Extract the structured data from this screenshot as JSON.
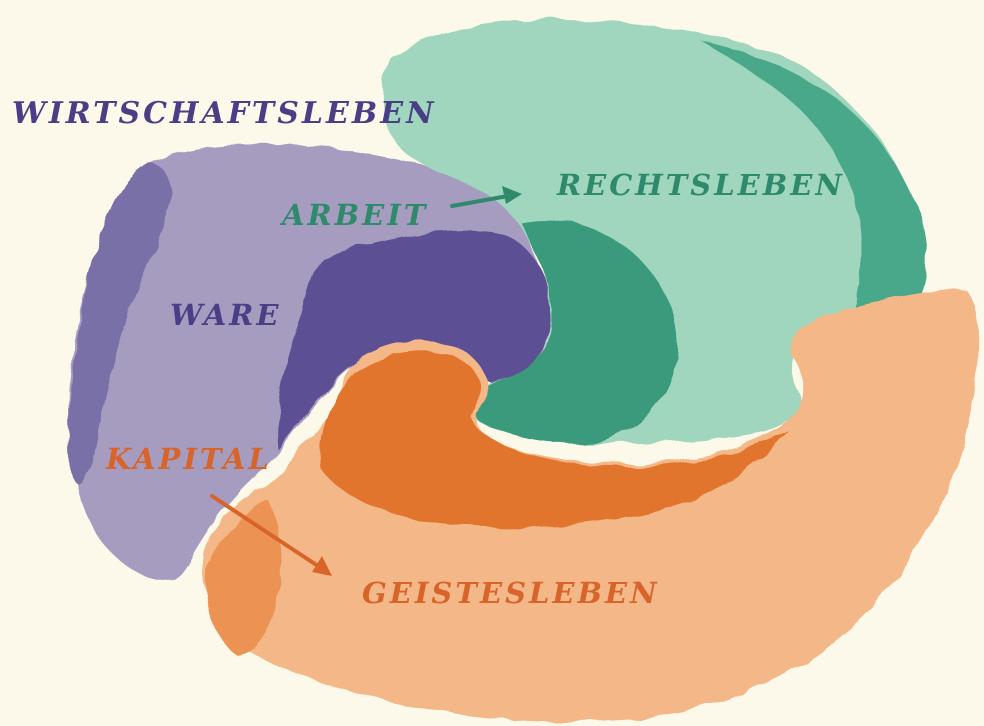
{
  "labels": {
    "wirtschaftsleben": "WIRTSCHAFTSLEBEN",
    "rechtsleben": "RECHTSLEBEN",
    "arbeit": "ARBEIT",
    "ware": "WARE",
    "kapital": "KAPITAL",
    "geistesleben": "GEISTESLEBEN"
  },
  "colors": {
    "background": "#fdf9ea",
    "purple_light": "#a59cc0",
    "purple_dark": "#5b4f93",
    "purple_text": "#4a3f86",
    "green_light": "#9fd6bd",
    "green_dark": "#3a9a7c",
    "green_text": "#2f8a6c",
    "orange_light": "#f4b888",
    "orange_dark": "#e2742f",
    "orange_text": "#d8642a"
  }
}
